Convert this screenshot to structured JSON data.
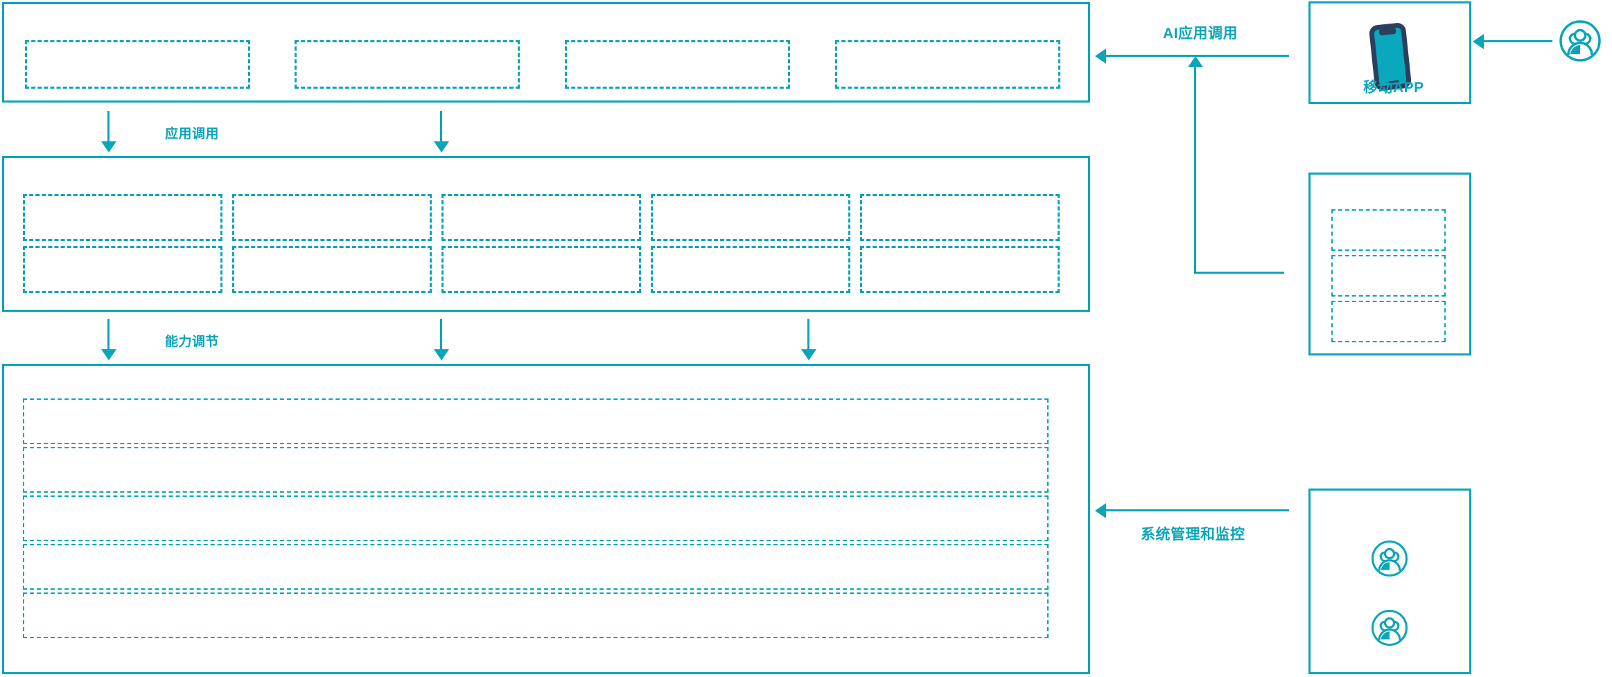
{
  "theme": {
    "accent": "#0aa5b9",
    "device_dark": "#2b3f5e",
    "device_screen": "#0aa8bd",
    "background": "#ffffff"
  },
  "diagram": {
    "type": "layered-architecture",
    "title": "",
    "layers": [
      {
        "id": "application-layer",
        "name": "application-layer",
        "label": "",
        "slot_count": 4,
        "slots": [
          {
            "label": ""
          },
          {
            "label": ""
          },
          {
            "label": ""
          },
          {
            "label": ""
          }
        ]
      },
      {
        "id": "capability-layer",
        "name": "capability-layer",
        "label": "",
        "columns": 5,
        "rows": 2,
        "slots": [
          {
            "label": ""
          },
          {
            "label": ""
          },
          {
            "label": ""
          },
          {
            "label": ""
          },
          {
            "label": ""
          },
          {
            "label": ""
          },
          {
            "label": ""
          },
          {
            "label": ""
          },
          {
            "label": ""
          },
          {
            "label": ""
          }
        ]
      },
      {
        "id": "platform-layer",
        "name": "platform-layer",
        "label": "",
        "rows": 5,
        "slots": [
          {
            "label": ""
          },
          {
            "label": ""
          },
          {
            "label": ""
          },
          {
            "label": ""
          },
          {
            "label": ""
          }
        ]
      }
    ],
    "connectors": [
      {
        "id": "app-invoke",
        "label": "应用调用",
        "direction": "down"
      },
      {
        "id": "capability-tuning",
        "label": "能力调节",
        "direction": "down"
      },
      {
        "id": "ai-app-invoke",
        "label": "AI应用调用",
        "direction": "left"
      },
      {
        "id": "system-admin-monitor",
        "label": "系统管理和监控",
        "direction": "left"
      }
    ],
    "right_column": {
      "mobile_app_card": {
        "id": "mobile-app-card",
        "label": "移动APP",
        "icon": "smartphone-icon"
      },
      "channel_card": {
        "id": "channel-card",
        "label": "",
        "slots": [
          {
            "label": ""
          },
          {
            "label": ""
          },
          {
            "label": ""
          }
        ]
      },
      "operations_card": {
        "id": "operations-card",
        "label": "",
        "icons": [
          "user-group-icon",
          "user-group-icon"
        ]
      },
      "external_user": {
        "id": "external-user-icon",
        "icon": "user-group-icon",
        "label": ""
      }
    }
  }
}
